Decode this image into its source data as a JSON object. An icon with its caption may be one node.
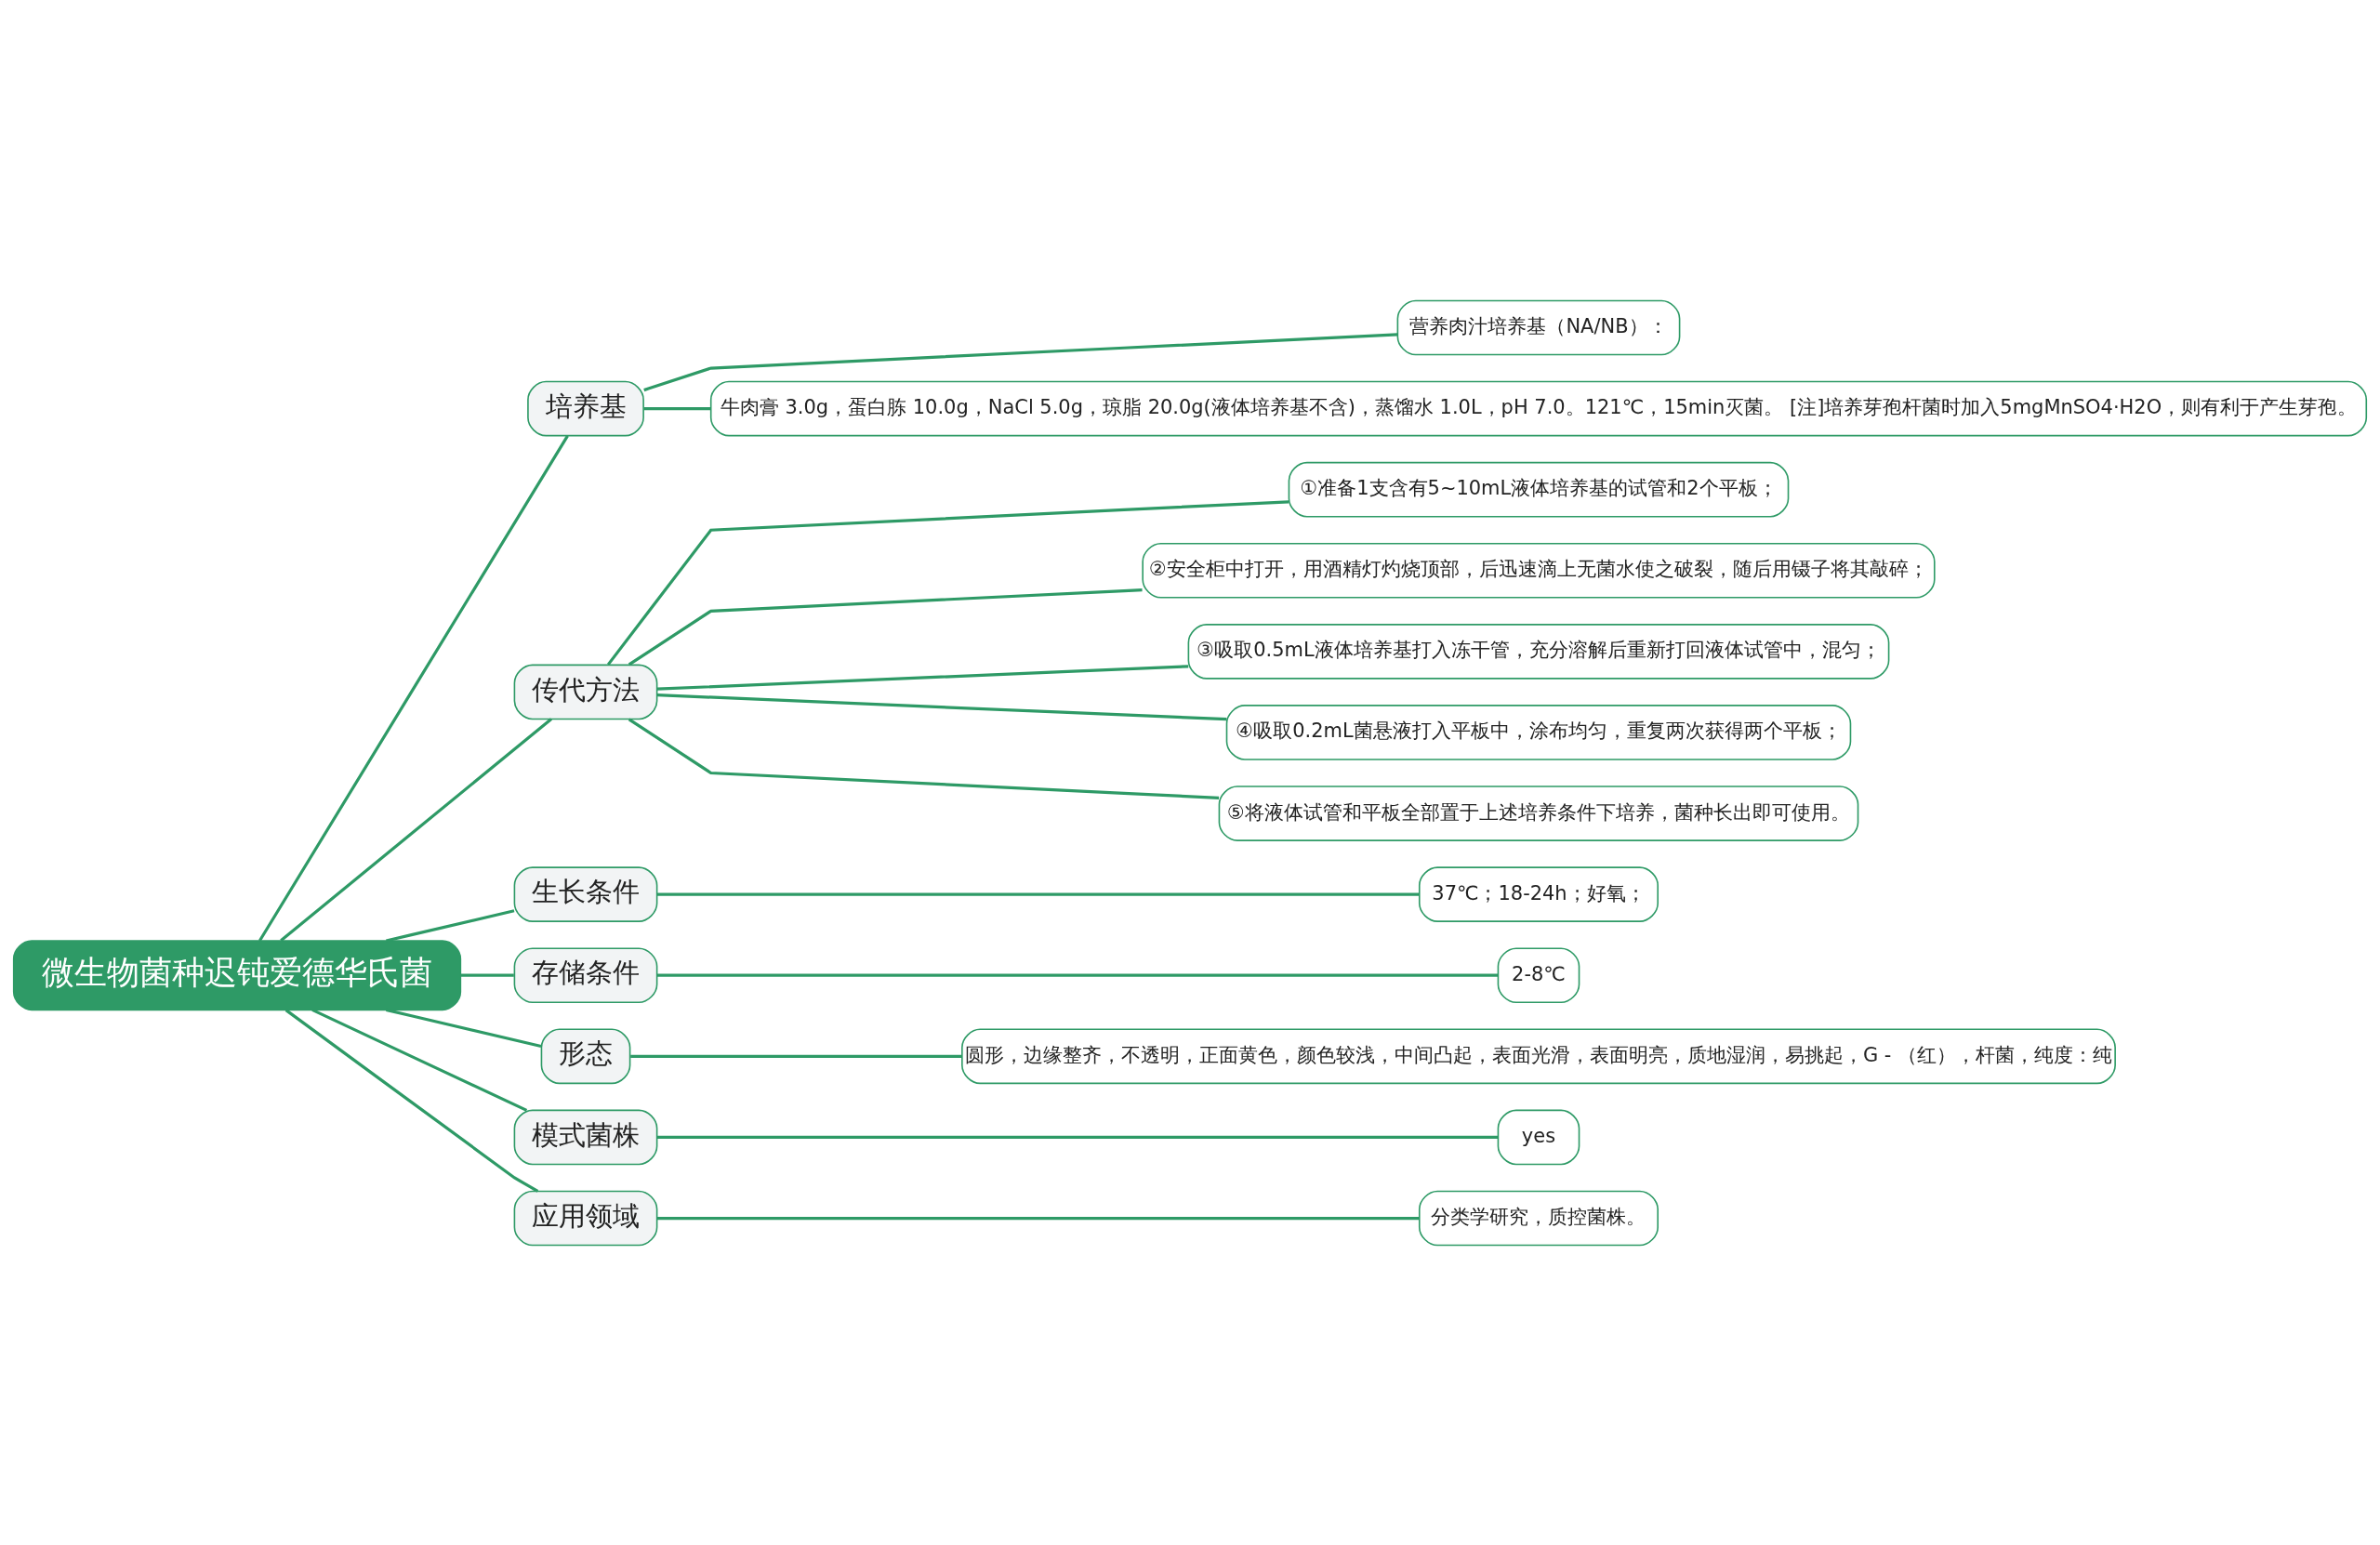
{
  "diagram": {
    "nodes": [
      {
        "text": [
          "微生物菌种迟钝爱德华氏菌"
        ]
      },
      {
        "text": [
          "培养基"
        ]
      },
      {
        "text": [
          "营养肉汁培养基（NA/NB）："
        ]
      },
      {
        "text": [
          "牛肉膏 3.0g，蛋白胨 10.0g，NaCl 5.0g，琼脂 20.0g(液体培养基不含)，蒸馏水 1.0L，pH 7.0。121℃，15min灭菌。 [注]培养芽孢杆菌时加入5mgMnSO4·H2O，则有利于产生芽孢。"
        ]
      },
      {
        "text": [
          "传代方法"
        ]
      },
      {
        "text": [
          "①准备1支含有5~10mL液体培养基的试管和2个平板；"
        ]
      },
      {
        "text": [
          "②安全柜中打开，用酒精灯灼烧顶部，后迅速滴上无菌水使之破裂，随后用镊子将其敲碎；"
        ]
      },
      {
        "text": [
          "③吸取0.5mL液体培养基打入冻干管，充分溶解后重新打回液体试管中，混匀；"
        ]
      },
      {
        "text": [
          "④吸取0.2mL菌悬液打入平板中，涂布均匀，重复两次获得两个平板；"
        ]
      },
      {
        "text": [
          "⑤将液体试管和平板全部置于上述培养条件下培养，菌种长出即可使用。"
        ]
      },
      {
        "text": [
          "生长条件"
        ]
      },
      {
        "text": [
          "37℃；18-24h；好氧；"
        ]
      },
      {
        "text": [
          "存储条件"
        ]
      },
      {
        "text": [
          "2-8℃"
        ]
      },
      {
        "text": [
          "形态"
        ]
      },
      {
        "text": [
          "圆形，边缘整齐，不透明，正面黄色，颜色较浅，中间凸起，表面光滑，表面明亮，质地湿润，易挑起，G - （红），杆菌，纯度：纯"
        ]
      },
      {
        "text": [
          "模式菌株"
        ]
      },
      {
        "text": [
          "yes"
        ]
      },
      {
        "text": [
          "应用领域"
        ]
      },
      {
        "text": [
          "分类学研究，质控菌株。"
        ]
      }
    ],
    "edges": [
      {
        "from": 0,
        "to": 1,
        "arrow": "none"
      },
      {
        "from": 1,
        "to": 2,
        "arrow": "none"
      },
      {
        "from": 1,
        "to": 3,
        "arrow": "none"
      },
      {
        "from": 0,
        "to": 4,
        "arrow": "none"
      },
      {
        "from": 4,
        "to": 5,
        "arrow": "none"
      },
      {
        "from": 4,
        "to": 6,
        "arrow": "none"
      },
      {
        "from": 4,
        "to": 7,
        "arrow": "none"
      },
      {
        "from": 4,
        "to": 8,
        "arrow": "none"
      },
      {
        "from": 4,
        "to": 9,
        "arrow": "none"
      },
      {
        "from": 0,
        "to": 10,
        "arrow": "none"
      },
      {
        "from": 10,
        "to": 11,
        "arrow": "none"
      },
      {
        "from": 0,
        "to": 12,
        "arrow": "none"
      },
      {
        "from": 12,
        "to": 13,
        "arrow": "none"
      },
      {
        "from": 0,
        "to": 14,
        "arrow": "none"
      },
      {
        "from": 14,
        "to": 15,
        "arrow": "none"
      },
      {
        "from": 0,
        "to": 16,
        "arrow": "none"
      },
      {
        "from": 16,
        "to": 17,
        "arrow": "none"
      },
      {
        "from": 0,
        "to": 18,
        "arrow": "none"
      },
      {
        "from": 18,
        "to": 19,
        "arrow": "none"
      }
    ]
  }
}
